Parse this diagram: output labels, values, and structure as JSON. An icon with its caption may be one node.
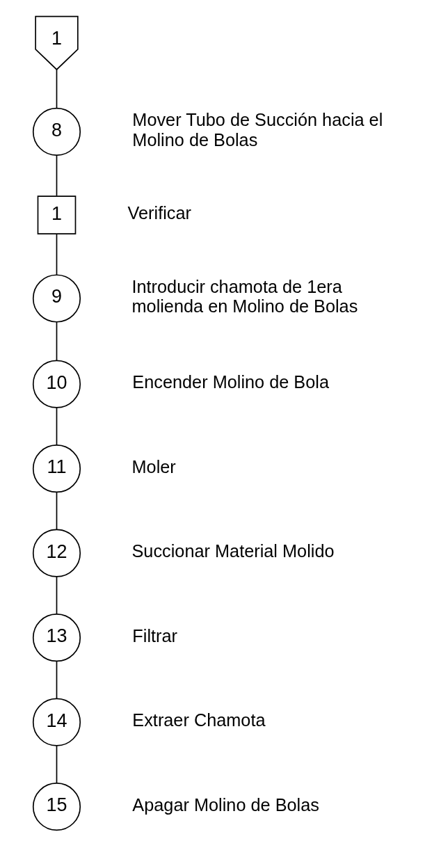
{
  "diagram": {
    "nodes": [
      {
        "text": [
          "1"
        ]
      },
      {
        "text": [
          "8"
        ],
        "beside": [
          "Mover Tubo de Succión hacia el Molino de Bolas"
        ]
      },
      {
        "text": [
          "1"
        ],
        "beside": [
          "Verificar"
        ]
      },
      {
        "text": [
          "9"
        ],
        "beside": [
          "Introducir chamota de 1era molienda en Molino de Bolas"
        ]
      },
      {
        "text": [
          "10"
        ],
        "beside": [
          "Encender Molino de Bola"
        ]
      },
      {
        "text": [
          "11"
        ],
        "beside": [
          "Moler"
        ]
      },
      {
        "text": [
          "12"
        ],
        "beside": [
          "Succionar Material Molido"
        ]
      },
      {
        "text": [
          "13"
        ],
        "beside": [
          "Filtrar"
        ]
      },
      {
        "text": [
          "14"
        ],
        "beside": [
          "Extraer Chamota"
        ]
      },
      {
        "text": [
          "15"
        ],
        "beside": [
          "Apagar Molino de Bolas"
        ]
      }
    ],
    "edges": [
      {
        "from": 0,
        "to": 1,
        "arrow": "none"
      },
      {
        "from": 1,
        "to": 2,
        "arrow": "none"
      },
      {
        "from": 2,
        "to": 3,
        "arrow": "none"
      },
      {
        "from": 3,
        "to": 4,
        "arrow": "none"
      },
      {
        "from": 4,
        "to": 5,
        "arrow": "none"
      },
      {
        "from": 5,
        "to": 6,
        "arrow": "none"
      },
      {
        "from": 6,
        "to": 7,
        "arrow": "none"
      },
      {
        "from": 7,
        "to": 8,
        "arrow": "none"
      },
      {
        "from": 8,
        "to": 9,
        "arrow": "none"
      }
    ]
  }
}
